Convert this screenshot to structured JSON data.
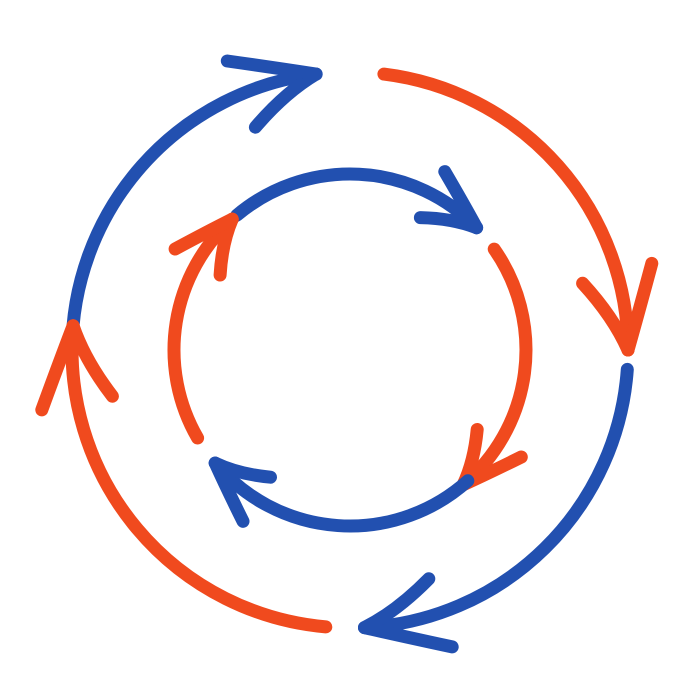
{
  "colors": {
    "background": "#ffffff",
    "blue": "#2250b0",
    "orange": "#f04a1e"
  },
  "icons": {
    "main": "circular-arrows-cycle-icon"
  },
  "outer_ring": [
    {
      "name": "outer-arrow-top-left",
      "color": "blue",
      "direction": "clockwise"
    },
    {
      "name": "outer-arrow-top-right",
      "color": "orange",
      "direction": "clockwise"
    },
    {
      "name": "outer-arrow-bottom-right",
      "color": "blue",
      "direction": "clockwise"
    },
    {
      "name": "outer-arrow-bottom-left",
      "color": "orange",
      "direction": "clockwise"
    }
  ],
  "inner_ring": [
    {
      "name": "inner-arrow-top",
      "color": "blue",
      "direction": "clockwise"
    },
    {
      "name": "inner-arrow-right",
      "color": "orange",
      "direction": "clockwise"
    },
    {
      "name": "inner-arrow-bottom",
      "color": "blue",
      "direction": "clockwise"
    },
    {
      "name": "inner-arrow-left",
      "color": "orange",
      "direction": "clockwise"
    }
  ]
}
